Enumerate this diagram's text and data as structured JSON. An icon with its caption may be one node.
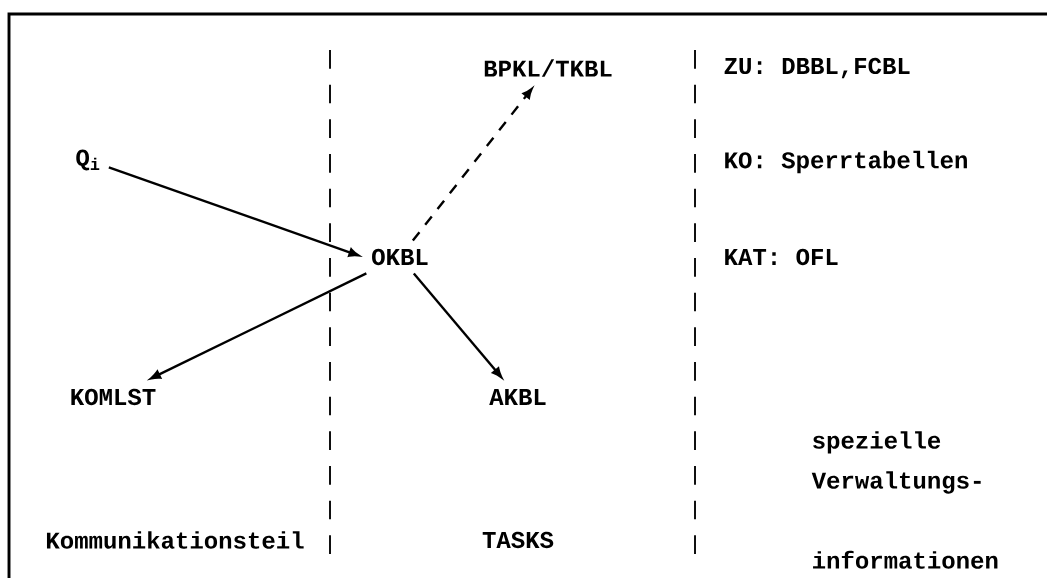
{
  "diagram": {
    "nodes": [
      {
        "text": [
          "Q$_{i}$"
        ]
      },
      {
        "text": [
          "OKBL"
        ]
      },
      {
        "text": [
          "BPKL/TKBL"
        ]
      },
      {
        "text": [
          "KOMLST"
        ]
      },
      {
        "text": [
          "AKBL"
        ]
      }
    ],
    "edges": [
      {
        "from": 0,
        "to": 1,
        "arrow": "to"
      },
      {
        "from": 1,
        "to": 2,
        "arrow": "to",
        "style": "dashed"
      },
      {
        "from": 1,
        "to": 3,
        "arrow": "to"
      },
      {
        "from": 1,
        "to": 4,
        "arrow": "to"
      }
    ],
    "labels": [
      "ZU:  DBBL,FCBL",
      "KO: Sperrtabellen",
      "KAT:  OFL",
      "Kommunikationsteil",
      "TASKS",
      "spezielle Verwaltungs- informationen"
    ]
  }
}
